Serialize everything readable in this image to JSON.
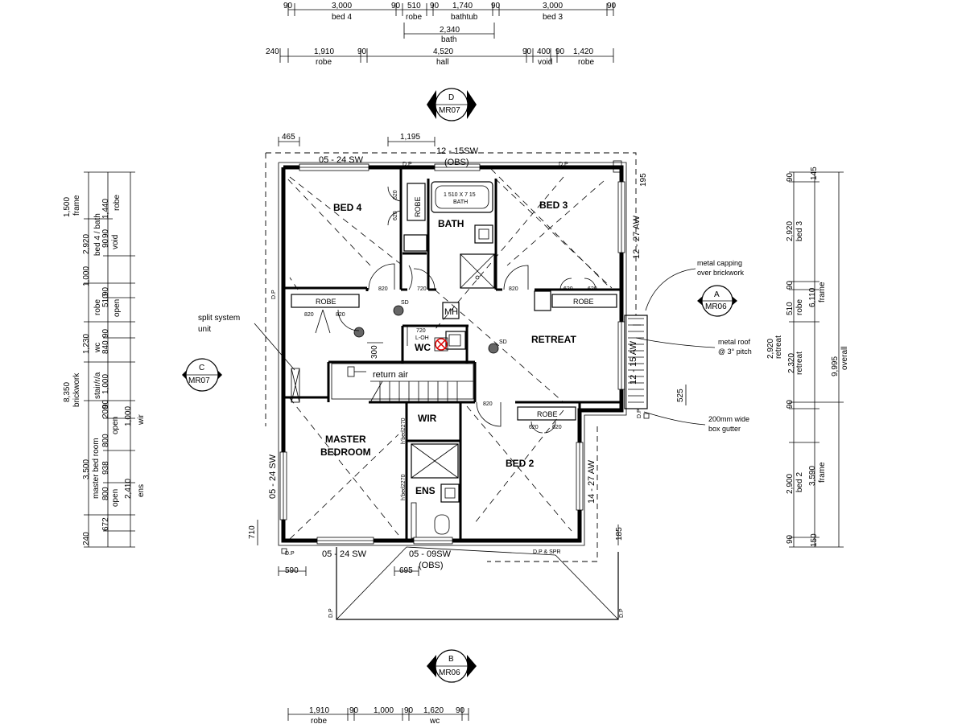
{
  "dims_top": {
    "r1": [
      "90",
      "3,000",
      "90",
      "510",
      "90",
      "1,740",
      "90",
      "3,000",
      "90"
    ],
    "r1_labels": [
      "bed 4",
      "robe",
      "bathtub",
      "bed 3"
    ],
    "r2": "2,340",
    "r2_label": "bath",
    "r3": [
      "240",
      "1,910",
      "90",
      "4,520",
      "90",
      "400",
      "90",
      "1,420"
    ],
    "r3_labels": [
      "robe",
      "hall",
      "void",
      "robe"
    ]
  },
  "dims_bottom": {
    "vals": [
      "1,910",
      "90",
      "1,000",
      "90",
      "1,620",
      "90"
    ],
    "labels": [
      "robe",
      "wc"
    ]
  },
  "dims_left": {
    "c1": [
      "1,500",
      "2,920",
      "1,000",
      "1,230",
      "8,350",
      "3,500",
      "240"
    ],
    "c1_labels": [
      "frame",
      "brickwork",
      "master bed room"
    ],
    "c2": [
      "1,440",
      "90",
      "90",
      "510",
      "90",
      "840",
      "90",
      "1,000",
      "90",
      "200",
      "800",
      "938",
      "800",
      "672"
    ],
    "c2_labels": [
      "bed 4 / bath",
      "void",
      "robe",
      "wc",
      "stair/r/a",
      "open",
      "open"
    ],
    "c3": [
      "robe",
      "open",
      "1,000",
      "2,410"
    ],
    "c3_labels": [
      "wir",
      "ens"
    ]
  },
  "dims_right": {
    "c1": [
      "90",
      "2,920",
      "90",
      "510",
      "90",
      "2,900",
      "90"
    ],
    "c1_labels": [
      "bed 3",
      "robe",
      "bed 2"
    ],
    "c2": [
      "145",
      "6,110",
      "2,920",
      "2,320",
      "3,590",
      "150"
    ],
    "c2_labels": [
      "frame",
      "retreat",
      "retreat",
      "frame"
    ],
    "c3": [
      "9,995"
    ],
    "c3_labels": [
      "overall"
    ]
  },
  "plan_dims": {
    "d465": "465",
    "d1195": "1,195",
    "d195": "195",
    "d525": "525",
    "d710": "710",
    "d185": "185",
    "d590": "590",
    "d695": "695",
    "d300": "300"
  },
  "rooms": {
    "bed4": "BED 4",
    "bath": "BATH",
    "bed3": "BED 3",
    "retreat": "RETREAT",
    "master1": "MASTER",
    "master2": "BEDROOM",
    "bed2": "BED 2",
    "wir": "WIR",
    "ens": "ENS",
    "wc": "WC",
    "mh": "MH"
  },
  "robes": {
    "bed4": "ROBE",
    "master": "ROBE",
    "bed3": "ROBE",
    "bed2": "ROBE"
  },
  "doors": [
    "820",
    "820",
    "720",
    "820",
    "820",
    "820",
    "620",
    "620",
    "620",
    "620",
    "720",
    "620",
    "620",
    "820"
  ],
  "windows": {
    "w1": "05 - 24 SW",
    "w2": "12 - 15SW",
    "w2b": "(OBS)",
    "w3": "12 - 27 AW",
    "w4": "12 - 15 AW",
    "w5": "05 - 24 SW",
    "w6": "05 - 24 SW",
    "w7": "05 - 09SW",
    "w7b": "(OBS)",
    "w8": "14 - 27 AW"
  },
  "bath_tub": {
    "size": "1 510 X 7 15",
    "label": "BATH"
  },
  "fixtures": {
    "sd": "SD",
    "loh": "L-OH",
    "return_air": "return air",
    "dp": "D.P",
    "dpspr": "D.P & SPR",
    "hbeds": "h'bed2270"
  },
  "notes": {
    "split1": "split system",
    "split2": "unit",
    "metal_cap1": "metal capping",
    "metal_cap2": "over brickwork",
    "roof1": "metal roof",
    "roof2": "@ 3° pitch",
    "gutter1": "200mm wide",
    "gutter2": "box gutter"
  },
  "sections": {
    "d": {
      "letter": "D",
      "ref": "MR07"
    },
    "a": {
      "letter": "A",
      "ref": "MR06"
    },
    "c": {
      "letter": "C",
      "ref": "MR07"
    },
    "b": {
      "letter": "B",
      "ref": "MR06"
    }
  }
}
